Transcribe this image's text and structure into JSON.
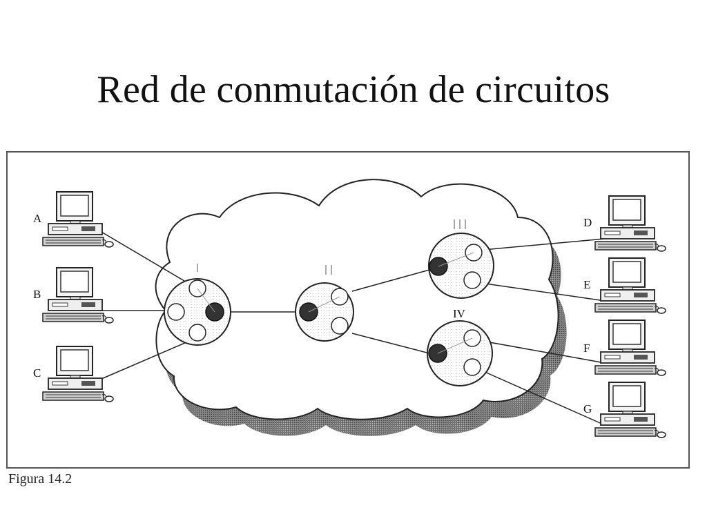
{
  "title": "Red de conmutación de circuitos",
  "computers": [
    {
      "label": "A"
    },
    {
      "label": "B"
    },
    {
      "label": "C"
    },
    {
      "label": "D"
    },
    {
      "label": "E"
    },
    {
      "label": "F"
    },
    {
      "label": "G"
    }
  ],
  "switch_labels": {
    "iv": "IV"
  },
  "caption": "Figura 14.2"
}
